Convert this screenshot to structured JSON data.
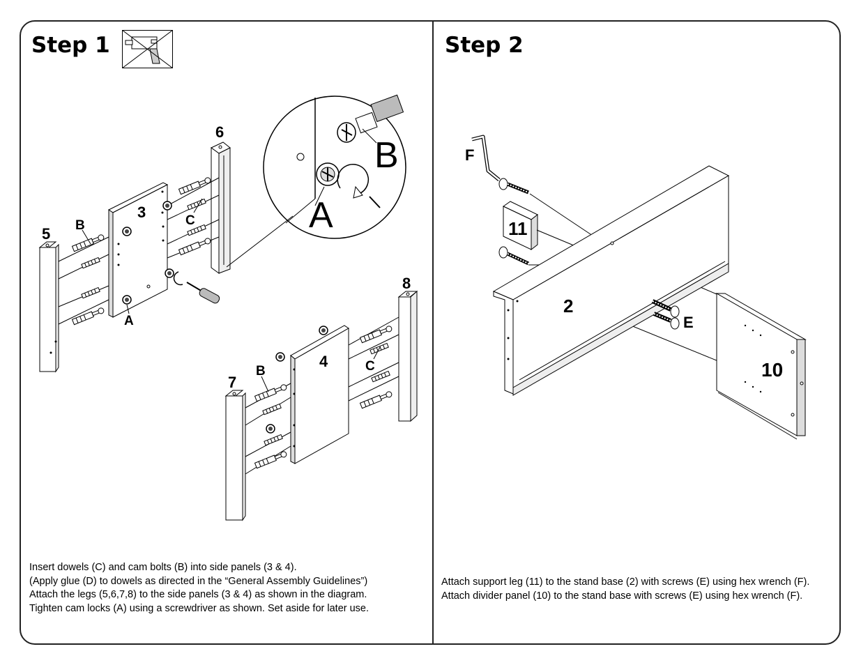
{
  "step1": {
    "title": "Step 1",
    "tool_icon": "electric-drill-crossed-out-icon",
    "instructions": [
      "Insert dowels (C) and cam bolts (B) into side panels (3 & 4).",
      "(Apply glue (D) to dowels as directed in the “General Assembly Guidelines”)",
      "Attach the legs (5,6,7,8) to the side panels (3 & 4) as shown in the diagram.",
      "Tighten cam locks (A) using a screwdriver as shown.  Set aside for later use."
    ],
    "labels": {
      "leg5": "5",
      "leg6": "6",
      "leg7": "7",
      "leg8": "8",
      "panel3": "3",
      "panel4": "4",
      "camlock_a": "A",
      "cambolt_b": "B",
      "dowel_c": "C",
      "detail_a": "A",
      "detail_b": "B"
    }
  },
  "step2": {
    "title": "Step 2",
    "instructions": [
      "Attach support leg (11) to the stand base (2) with screws (E) using hex wrench (F).  Attach divider panel (10) to the stand base with screws (E) using hex wrench (F)."
    ],
    "labels": {
      "wrench_f": "F",
      "support_leg": "11",
      "stand_base": "2",
      "screws_e": "E",
      "divider_panel": "10"
    }
  }
}
